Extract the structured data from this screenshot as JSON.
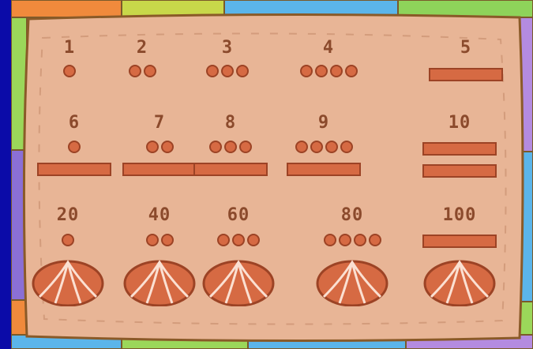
{
  "numerals": [
    {
      "label": "1",
      "dots": 1,
      "bars": 0,
      "shell": false
    },
    {
      "label": "2",
      "dots": 2,
      "bars": 0,
      "shell": false
    },
    {
      "label": "3",
      "dots": 3,
      "bars": 0,
      "shell": false
    },
    {
      "label": "4",
      "dots": 4,
      "bars": 0,
      "shell": false
    },
    {
      "label": "5",
      "dots": 0,
      "bars": 1,
      "shell": false
    },
    {
      "label": "6",
      "dots": 1,
      "bars": 1,
      "shell": false
    },
    {
      "label": "7",
      "dots": 2,
      "bars": 1,
      "shell": false
    },
    {
      "label": "8",
      "dots": 3,
      "bars": 1,
      "shell": false
    },
    {
      "label": "9",
      "dots": 4,
      "bars": 1,
      "shell": false
    },
    {
      "label": "10",
      "dots": 0,
      "bars": 2,
      "shell": false
    },
    {
      "label": "20",
      "dots": 1,
      "bars": 0,
      "shell": true
    },
    {
      "label": "40",
      "dots": 2,
      "bars": 0,
      "shell": true
    },
    {
      "label": "60",
      "dots": 3,
      "bars": 0,
      "shell": true
    },
    {
      "label": "80",
      "dots": 4,
      "bars": 0,
      "shell": true
    },
    {
      "label": "100",
      "dots": 0,
      "bars": 1,
      "shell": true
    }
  ],
  "colors": {
    "background": "#0b0ba8",
    "tablet": "#e8b596",
    "symbol_fill": "#d66a43",
    "symbol_stroke": "#9c4325",
    "label": "#8b4a2c"
  }
}
